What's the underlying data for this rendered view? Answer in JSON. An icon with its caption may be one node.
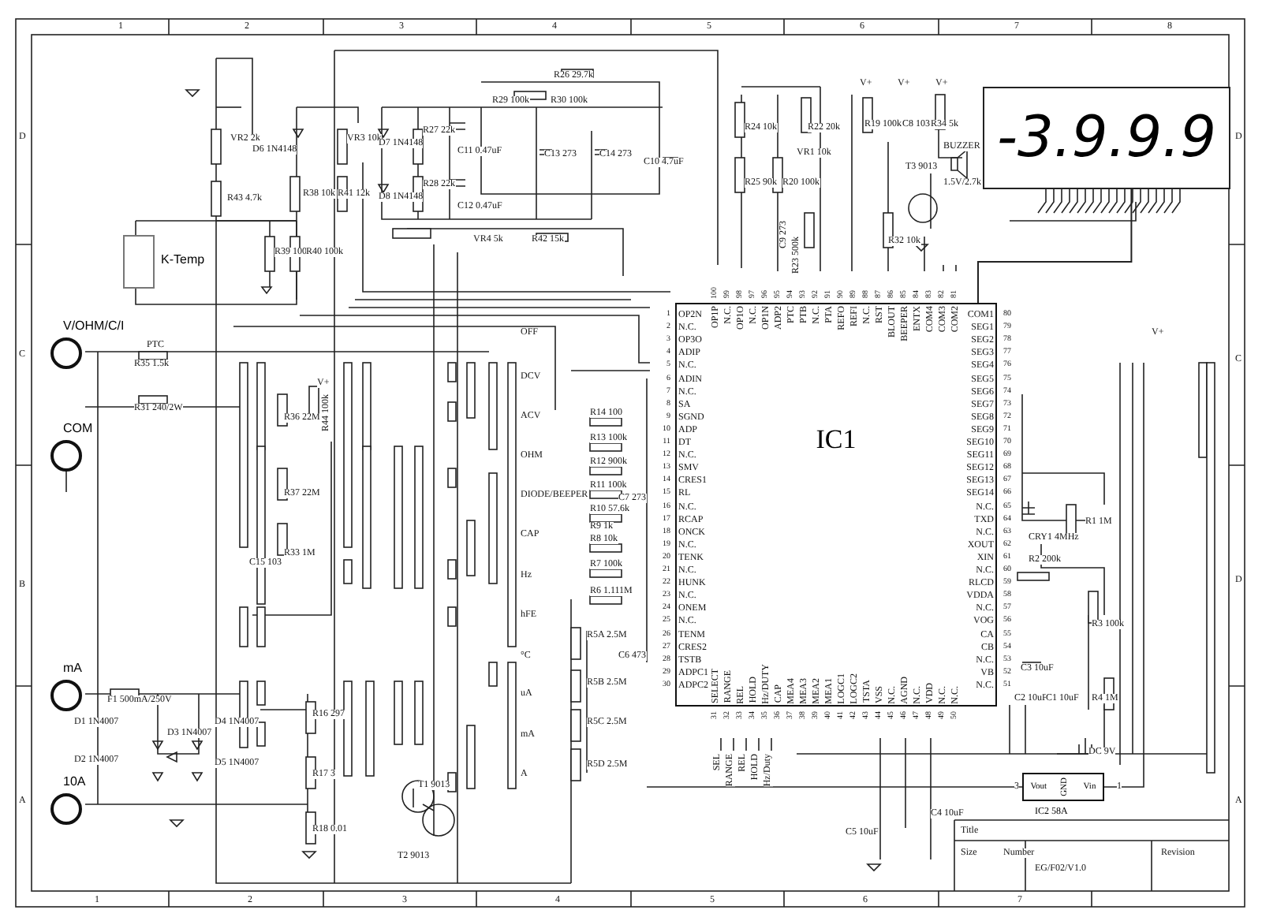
{
  "diagram": {
    "nodes": [
      {
        "text": [
          "V/OHM/C/I"
        ]
      },
      {
        "text": [
          "COM"
        ]
      },
      {
        "text": [
          "mA"
        ]
      },
      {
        "text": [
          "10A"
        ]
      },
      {
        "text": [
          "IC1"
        ]
      },
      {
        "text": [
          "-3.9.9.9"
        ]
      },
      {
        "text": [
          "K-Temp"
        ]
      },
      {
        "text": [
          "Vout",
          "GND",
          "Vin"
        ],
        "beside": [
          "IC2 58A"
        ]
      }
    ],
    "edges": [
      {
        "from": 4,
        "to": 5,
        "arrow": "none"
      }
    ],
    "labels": [
      "OP2N",
      "N.C.",
      "OP3O",
      "ADIP",
      "N.C.",
      "ADIN",
      "N.C.",
      "SA",
      "SGND",
      "ADP",
      "DT",
      "N.C.",
      "SMV",
      "CRES1",
      "RL",
      "N.C.",
      "RCAP",
      "ONCK",
      "N.C.",
      "TENK",
      "N.C.",
      "HUNK",
      "N.C.",
      "ONEM",
      "N.C.",
      "TENM",
      "CRES2",
      "TSTB",
      "ADPC1",
      "ADPC2",
      "SELECT",
      "RANGE",
      "REL",
      "HOLD",
      "Hz/DUTY",
      "CAP",
      "MEA4",
      "MEA3",
      "MEA2",
      "MEA1",
      "LOGC1",
      "LOGC2",
      "TSTA",
      "VSS",
      "N.C.",
      "AGND",
      "N.C.",
      "VDD",
      "N.C.",
      "N.C.",
      "N.C.",
      "VB",
      "N.C.",
      "CB",
      "CA",
      "VOG",
      "N.C.",
      "VDDA",
      "RLCD",
      "N.C.",
      "XIN",
      "XOUT",
      "N.C.",
      "TXD",
      "N.C.",
      "SEG14",
      "SEG13",
      "SEG12",
      "SEG11",
      "SEG10",
      "SEG9",
      "SEG8",
      "SEG7",
      "SEG6",
      "SEG5",
      "SEG4",
      "SEG3",
      "SEG2",
      "SEG1",
      "COM1",
      "COM2",
      "COM3",
      "COM4",
      "ENTX",
      "BEEPER",
      "BLOUT",
      "RST",
      "N.C.",
      "REFI",
      "REFO",
      "PTA",
      "N.C.",
      "PTB",
      "PTC",
      "ADP2",
      "OP1N",
      "N.C.",
      "OP1O",
      "N.C.",
      "OP1P",
      "1",
      "2",
      "3",
      "4",
      "5",
      "6",
      "7",
      "8",
      "9",
      "10",
      "11",
      "12",
      "13",
      "14",
      "15",
      "16",
      "17",
      "18",
      "19",
      "20",
      "21",
      "22",
      "23",
      "24",
      "25",
      "26",
      "27",
      "28",
      "29",
      "30",
      "31",
      "32",
      "33",
      "34",
      "35",
      "36",
      "37",
      "38",
      "39",
      "40",
      "41",
      "42",
      "43",
      "44",
      "45",
      "46",
      "47",
      "48",
      "49",
      "50",
      "51",
      "52",
      "53",
      "54",
      "55",
      "56",
      "57",
      "58",
      "59",
      "60",
      "61",
      "62",
      "63",
      "64",
      "65",
      "66",
      "67",
      "68",
      "69",
      "70",
      "71",
      "72",
      "73",
      "74",
      "75",
      "76",
      "77",
      "78",
      "79",
      "80",
      "81",
      "82",
      "83",
      "84",
      "85",
      "86",
      "87",
      "88",
      "89",
      "90",
      "91",
      "92",
      "93",
      "94",
      "95",
      "96",
      "97",
      "98",
      "99",
      "100",
      "1",
      "2",
      "3",
      "4",
      "5",
      "6",
      "7",
      "8",
      "D",
      "C",
      "B",
      "A",
      "D",
      "C",
      "D",
      "A",
      "1",
      "2",
      "3",
      "4",
      "5",
      "6",
      "7",
      "VR2 2k",
      "D6 1N4148",
      "VR3 10k",
      "D7 1N4148",
      "R27 22k",
      "C11 0.47uF",
      "R26 29.7k",
      "R29 100k",
      "R30 100k",
      "C13 273",
      "C14 273",
      "C10 4.7uF",
      "R43 4.7k",
      "R38 10k",
      "R41 12k",
      "D8 1N4148",
      "R28 22k",
      "C12 0.47uF",
      "R39 100",
      "R40 100k",
      "VR4 5k",
      "R42 15k",
      "R24 10k",
      "R22 20k",
      "VR1 10k",
      "R25 90k",
      "R20 100k",
      "C9 273",
      "R23 500k",
      "V+",
      "V+",
      "V+",
      "R19 100k",
      "C8 103",
      "R34 5k",
      "BUZZER",
      "1.5V/2.7k",
      "T3 9013",
      "R32 10k",
      "PTC",
      "R35 1.5k",
      "R31 240/2W",
      "R36 22M",
      "R44 100k",
      "R37 22M",
      "R33 1M",
      "C15 103",
      "V+",
      "OFF",
      "DCV",
      "ACV",
      "OHM",
      "DIODE/BEEPER",
      "CAP",
      "Hz",
      "hFE",
      "°C",
      "uA",
      "mA",
      "A",
      "R14 100",
      "R13 100k",
      "R12 900k",
      "R11 100k",
      "C7 273",
      "R10 57.6k",
      "R9 1k",
      "R8 10k",
      "R7 100k",
      "R6 1.111M",
      "C6 473",
      "R5A 2.5M",
      "R5B 2.5M",
      "R5C 2.5M",
      "R5D 2.5M",
      "F1 500mA/250V",
      "D1 1N4007",
      "D3 1N4007",
      "D4 1N4007",
      "D2 1N4007",
      "D5 1N4007",
      "R16 297",
      "R17 3",
      "R18 0.01",
      "T1 9013",
      "T2 9013",
      "SEL",
      "RANGE",
      "REL",
      "HOLD",
      "Hz/Duty",
      "C5 10uF",
      "C4 10uF",
      "CRY1 4MHz",
      "R1 1M",
      "R2 200k",
      "R3 100k",
      "C3 10uF",
      "C2 10uF",
      "C1 10uF",
      "R4 1M",
      "DC 9V",
      "3",
      "1",
      "V+",
      "Title",
      "Size",
      "Number",
      "EG/F02/V1.0",
      "Revision"
    ]
  }
}
